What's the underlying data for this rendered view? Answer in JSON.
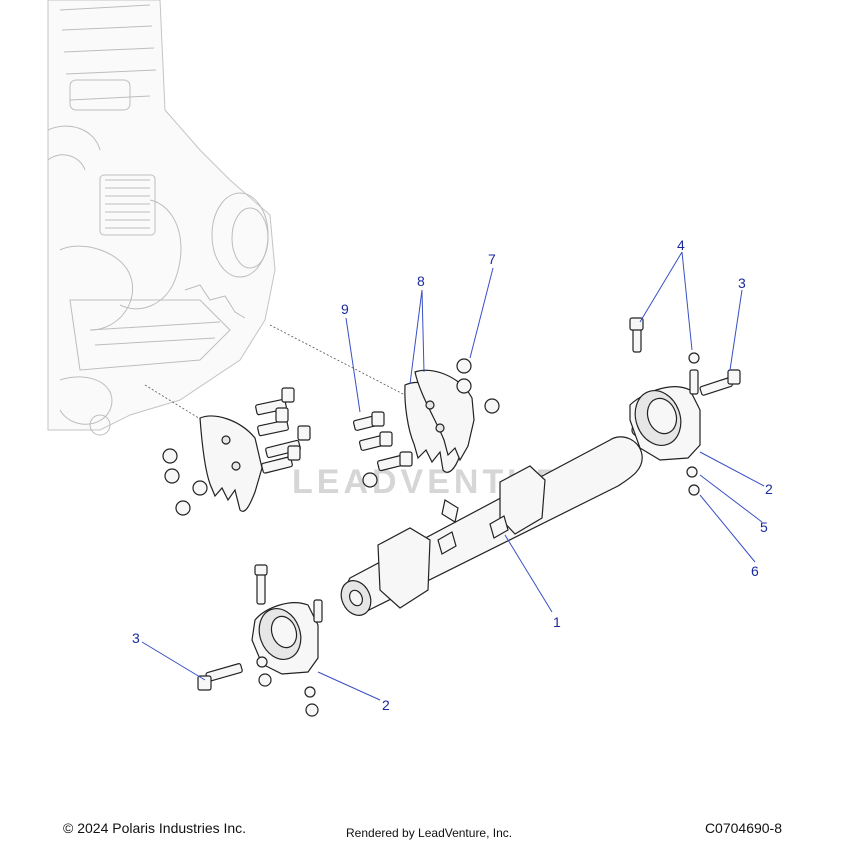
{
  "watermark": "LEADVENTURE",
  "callouts": [
    {
      "id": "c1",
      "label": "1"
    },
    {
      "id": "c2a",
      "label": "2"
    },
    {
      "id": "c2b",
      "label": "2"
    },
    {
      "id": "c3a",
      "label": "3"
    },
    {
      "id": "c3b",
      "label": "3"
    },
    {
      "id": "c4",
      "label": "4"
    },
    {
      "id": "c5",
      "label": "5"
    },
    {
      "id": "c6",
      "label": "6"
    },
    {
      "id": "c7",
      "label": "7"
    },
    {
      "id": "c8",
      "label": "8"
    },
    {
      "id": "c9",
      "label": "9"
    }
  ],
  "footer": {
    "copyright": "© 2024 Polaris Industries Inc.",
    "rendered_by": "Rendered by LeadVenture, Inc.",
    "diagram_code": "C0704690-8"
  },
  "colors": {
    "callout_text": "#1a2a9c",
    "leader_line": "#3a4fc4",
    "part_outline": "#222222",
    "engine_outline": "#bdbdbd"
  }
}
